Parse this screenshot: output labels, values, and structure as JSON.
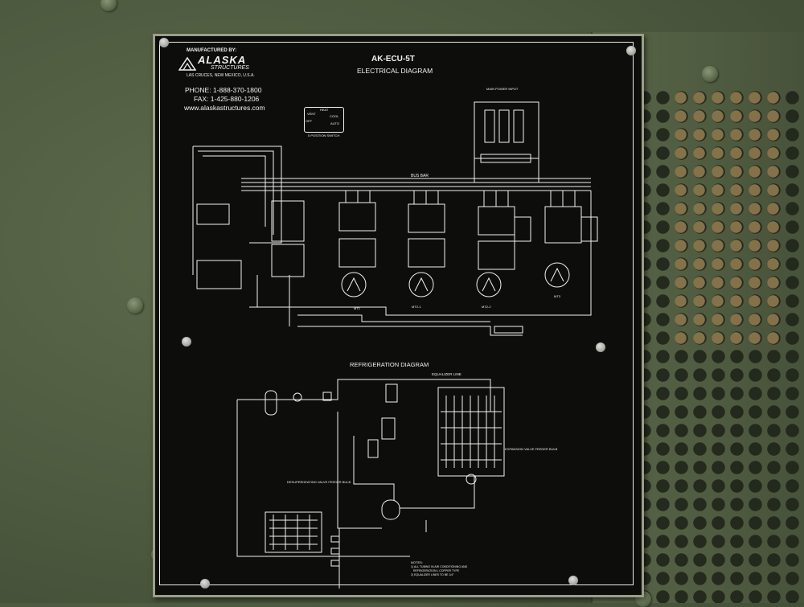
{
  "plate": {
    "manufactured_by": "MANUFACTURED BY:",
    "brand_line1": "ALASKA",
    "brand_line2": "STRUCTURES",
    "location": "LAS CRUCES, NEW MEXICO, U.S.A.",
    "phone": "PHONE: 1-888-370-1800",
    "fax": "FAX: 1-425-880-1206",
    "website": "www.alaskastructures.com",
    "model": "AK-ECU-5T",
    "electrical_title": "ELECTRICAL DIAGRAM",
    "switch_label": "5 POSITION SWITCH",
    "switch_positions": [
      "VENT",
      "OFF",
      "HEAT",
      "COOL",
      "AUTO"
    ],
    "main_power": "MAIN POWER INPUT",
    "bus_bar": "BUS BAR",
    "motors": [
      "MT1",
      "MT2-1",
      "MT2-2",
      "MT3"
    ],
    "refrigeration_title": "REFRIGERATION DIAGRAM",
    "equalizer_line": "EQUALIZER LINE",
    "expansion_valve": "EXPANSION VALVE FEEDER BULB",
    "desuperheating": "DESUPERHEATING VALVE FEEDER BULB",
    "notes_title": "NOTES:",
    "notes": [
      "1) ALL TUBING IN AIR CONDITIONING AND",
      "REFRIGERATION L COPPER TYPE",
      "2) EQUALIZER LINES TO BE 1/4\""
    ]
  },
  "colors": {
    "plate": "#0d0e0c",
    "ink": "#f2f2ee",
    "enclosure": "#4d5a3f"
  }
}
